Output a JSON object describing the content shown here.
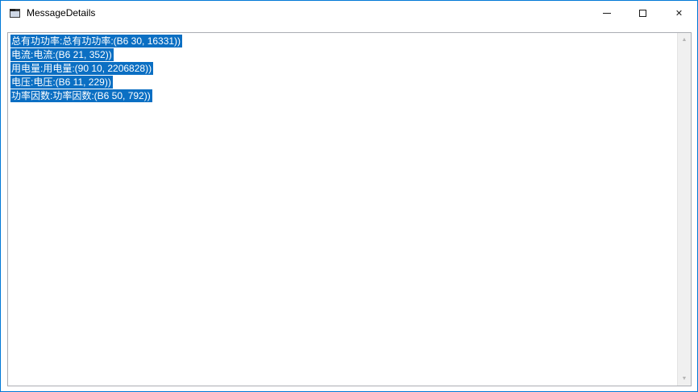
{
  "window": {
    "title": "MessageDetails",
    "controls": {
      "minimize_icon": "–",
      "maximize_icon": "",
      "close_icon": "✕"
    }
  },
  "content": {
    "lines": [
      "总有功功率:总有功功率:(B6 30, 16331))",
      "电流:电流:(B6 21, 352))",
      "用电量:用电量:(90 10, 2206828))",
      "电压:电压:(B6 11, 229))",
      "功率因数:功率因数:(B6 50, 792))"
    ]
  },
  "scrollbar": {
    "up_arrow": "▲",
    "down_arrow": "▼"
  },
  "colors": {
    "selection_highlight": "#0b6fc3",
    "window_border": "#0078d7"
  }
}
